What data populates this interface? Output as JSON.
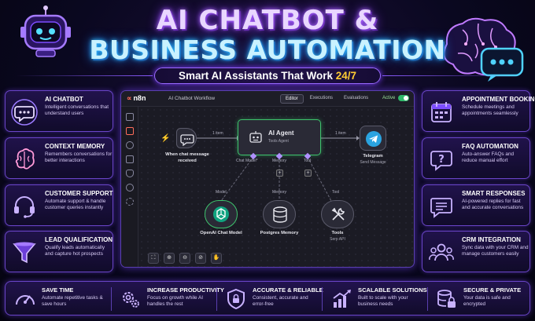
{
  "header": {
    "title_line1": "AI CHATBOT &",
    "title_line2": "BUSINESS AUTOMATION",
    "subtitle_main": "Smart AI Assistants That Work ",
    "subtitle_highlight": "24/7"
  },
  "left_cards": [
    {
      "title": "AI CHATBOT",
      "desc": "Intelligent conversations that understand users",
      "icon": "chat-bubble-icon"
    },
    {
      "title": "CONTEXT MEMORY",
      "desc": "Remembers conversations for better interactions",
      "icon": "brain-icon"
    },
    {
      "title": "CUSTOMER SUPPORT",
      "desc": "Automate support & handle customer queries instantly",
      "icon": "headset-icon"
    },
    {
      "title": "LEAD QUALIFICATION",
      "desc": "Qualify leads automatically and capture hot prospects",
      "icon": "funnel-icon"
    }
  ],
  "right_cards": [
    {
      "title": "APPOINTMENT BOOKING",
      "desc": "Schedule meetings and appointments seamlessly",
      "icon": "calendar-icon"
    },
    {
      "title": "FAQ AUTOMATION",
      "desc": "Auto-answer FAQs and reduce manual effort",
      "icon": "question-icon"
    },
    {
      "title": "SMART RESPONSES",
      "desc": "AI-powered replies for fast and accurate conversations",
      "icon": "message-lines-icon"
    },
    {
      "title": "CRM INTEGRATION",
      "desc": "Sync data with your CRM and manage customers easily",
      "icon": "users-icon"
    }
  ],
  "workflow": {
    "app_name": "n8n",
    "workflow_name": "AI Chatbot Workflow",
    "tabs": [
      {
        "label": "Editor",
        "active": true
      },
      {
        "label": "Executions",
        "active": false
      },
      {
        "label": "Evaluations",
        "active": false
      }
    ],
    "active_label": "Active",
    "active": true,
    "nodes": {
      "trigger": {
        "label1": "When chat message",
        "label2": "received"
      },
      "agent": {
        "label": "AI Agent",
        "sub": "Tools Agent"
      },
      "telegram": {
        "label": "Telegram",
        "sub": "Send Message"
      },
      "openai": {
        "label": "OpenAI Chat Model"
      },
      "postgres": {
        "label": "Postgres Memory"
      },
      "tools": {
        "label": "Tools",
        "sub": "Serp API"
      }
    },
    "edges": {
      "item_left": "1 item",
      "item_right": "1 item"
    },
    "ports": {
      "chat_model": "Chat Model*",
      "memory": "Memory",
      "tool": "Tool",
      "model_tag": "Model",
      "memory_tag": "Memory",
      "tool_tag": "Tool"
    }
  },
  "bottom_features": [
    {
      "title": "SAVE TIME",
      "desc": "Automate repetitive tasks & save hours",
      "icon": "speedometer-icon"
    },
    {
      "title": "INCREASE PRODUCTIVITY",
      "desc": "Focus on growth while AI handles the rest",
      "icon": "gears-icon"
    },
    {
      "title": "ACCURATE & RELIABLE",
      "desc": "Consistent, accurate and error-free",
      "icon": "shield-lock-icon"
    },
    {
      "title": "SCALABLE SOLUTIONS",
      "desc": "Built to scale with your business needs",
      "icon": "growth-chart-icon"
    },
    {
      "title": "SECURE & PRIVATE",
      "desc": "Your data is safe and encrypted",
      "icon": "database-lock-icon"
    }
  ],
  "colors": {
    "accent_purple": "#8a3dff",
    "accent_cyan": "#35c8ff",
    "highlight_yellow": "#ffcc33",
    "node_green": "#3ec46d",
    "telegram_blue": "#2aa3e0"
  }
}
